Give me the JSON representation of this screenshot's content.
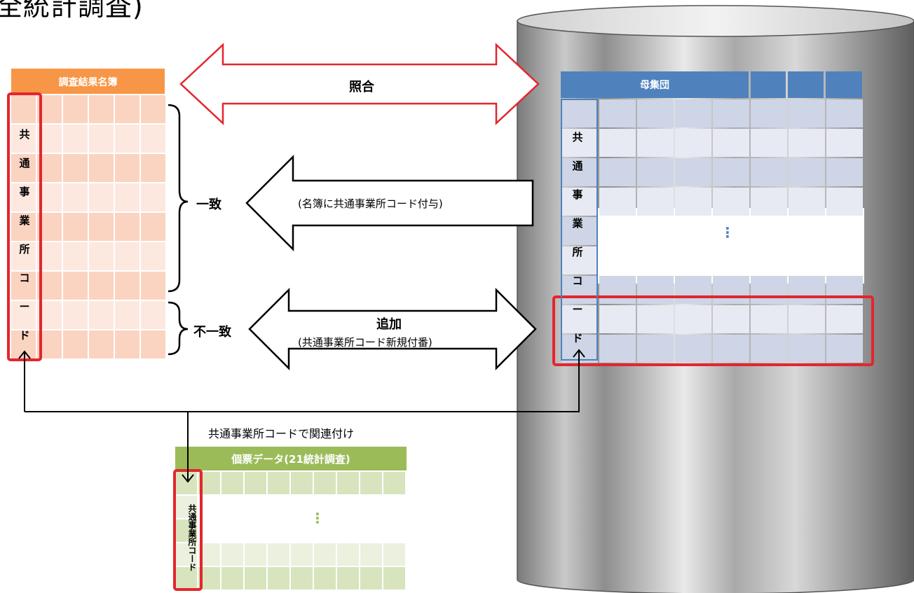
{
  "title_fragment": "(全統計調査)",
  "survey_list": {
    "header": "調査結果名簿",
    "code_chars": [
      "共",
      "通",
      "事",
      "業",
      "所",
      "コ",
      "ー",
      "ド"
    ]
  },
  "population": {
    "header": "母集団",
    "code_chars": [
      "共",
      "通",
      "事",
      "業",
      "所",
      "コ",
      "ー",
      "ド"
    ],
    "ellipsis": "⋮"
  },
  "match_arrow": {
    "label": "照合"
  },
  "agree": {
    "label": "一致",
    "arrow_label": "(名簿に共通事業所コード付与)"
  },
  "disagree": {
    "label": "不一致",
    "arrow_label": "追加",
    "arrow_sublabel": "(共通事業所コード新規付番)"
  },
  "link_label": "共通事業所コードで関連付け",
  "individual": {
    "header": "個票データ(21統計調査)",
    "code_vertical": "共通事業所コード",
    "ellipsis": "⋮"
  },
  "colors": {
    "orange": "#F79646",
    "blue": "#4F81BD",
    "green": "#9BBB59",
    "red": "#E3262D"
  }
}
